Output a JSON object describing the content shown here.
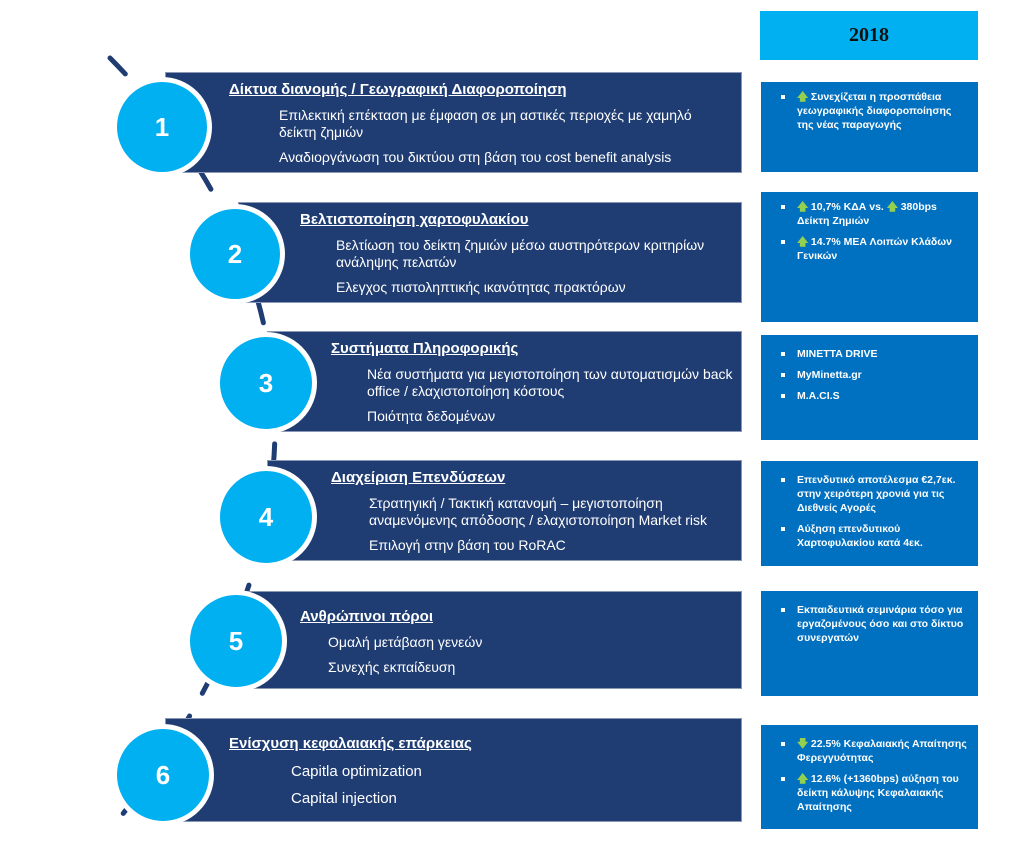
{
  "year": "2018",
  "colors": {
    "banner": "#1f3d73",
    "circle": "#00b0f0",
    "panel": "#0070c0",
    "year_box": "#00b0f0",
    "arc": "#1f3d73",
    "arrow": "#92d050"
  },
  "rows": [
    {
      "number": "1",
      "title": "Δίκτυα διανομής / Γεωγραφική Διαφοροποίηση",
      "bullets": [
        "Επιλεκτική επέκταση με έμφαση σε μη αστικές περιοχές με χαμηλό δείκτη ζημιών",
        "Αναδιοργάνωση του δικτύου στη βάση του cost benefit analysis"
      ]
    },
    {
      "number": "2",
      "title": "Βελτιστοποίηση χαρτοφυλακίου",
      "bullets": [
        "Βελτίωση του δείκτη ζημιών μέσω αυστηρότερων κριτηρίων ανάληψης πελατών",
        "Ελεγχος πιστοληπτικής ικανότητας πρακτόρων"
      ]
    },
    {
      "number": "3",
      "title": "Συστήματα Πληροφορικής",
      "bullets": [
        "Νέα συστήματα για μεγιστοποίηση των αυτοματισμών back office / ελαχιστοποίηση κόστους",
        "Ποιότητα δεδομένων"
      ]
    },
    {
      "number": "4",
      "title": "Διαχείριση Επενδύσεων",
      "bullets": [
        "Στρατηγική / Τακτική κατανομή – μεγιστοποίηση αναμενόμενης απόδοσης / ελαχιστοποίηση Market risk",
        "Επιλογή στην βάση του RoRAC"
      ]
    },
    {
      "number": "5",
      "title": "Ανθρώπινοι πόροι",
      "bullets": [
        "Ομαλή μετάβαση γενεών",
        "Συνεχής εκπαίδευση"
      ]
    },
    {
      "number": "6",
      "title": "Ενίσχυση κεφαλαιακής επάρκειας",
      "bullets": [
        "Capitla optimization",
        "Capital injection"
      ]
    }
  ],
  "panels": [
    {
      "items": [
        {
          "segments": [
            {
              "arrow": "up-arrow-icon"
            },
            {
              "text": "Συνεχίζεται η προσπάθεια γεωγραφικής διαφοροποίησης της νέας παραγωγής"
            }
          ]
        }
      ]
    },
    {
      "items": [
        {
          "segments": [
            {
              "arrow": "up-arrow-icon"
            },
            {
              "text": "10,7% ΚΔΑ vs. "
            },
            {
              "arrow": "up-arrow-icon"
            },
            {
              "text": "380bps Δείκτη Ζημιών"
            }
          ]
        },
        {
          "segments": [
            {
              "arrow": "up-arrow-icon"
            },
            {
              "text": "14.7% ΜΕΑ Λοιπών Κλάδων Γενικών"
            }
          ]
        }
      ]
    },
    {
      "items": [
        {
          "segments": [
            {
              "text": "MINETTA DRIVE"
            }
          ]
        },
        {
          "segments": [
            {
              "text": "MyMinetta.gr"
            }
          ]
        },
        {
          "segments": [
            {
              "text": "M.A.CI.S"
            }
          ]
        }
      ]
    },
    {
      "items": [
        {
          "segments": [
            {
              "text": "Επενδυτικό αποτέλεσμα €2,7εκ. στην χειρότερη χρονιά για τις Διεθνείς Αγορές"
            }
          ]
        },
        {
          "segments": [
            {
              "text": "Αύξηση επενδυτικού Χαρτοφυλακίου κατά 4εκ."
            }
          ]
        }
      ]
    },
    {
      "items": [
        {
          "segments": [
            {
              "text": "Εκπαιδευτικά σεμινάρια τόσο για εργαζομένους όσο και στο δίκτυο συνεργατών"
            }
          ]
        }
      ]
    },
    {
      "items": [
        {
          "segments": [
            {
              "arrow": "down-arrow-icon"
            },
            {
              "text": "22.5% Κεφαλαιακής Απαίτησης Φερεγγυότητας"
            }
          ]
        },
        {
          "segments": [
            {
              "arrow": "up-arrow-icon"
            },
            {
              "text": "12.6% (+1360bps) αύξηση του δείκτη κάλυψης Κεφαλαιακής Απαίτησης"
            }
          ]
        }
      ]
    }
  ]
}
